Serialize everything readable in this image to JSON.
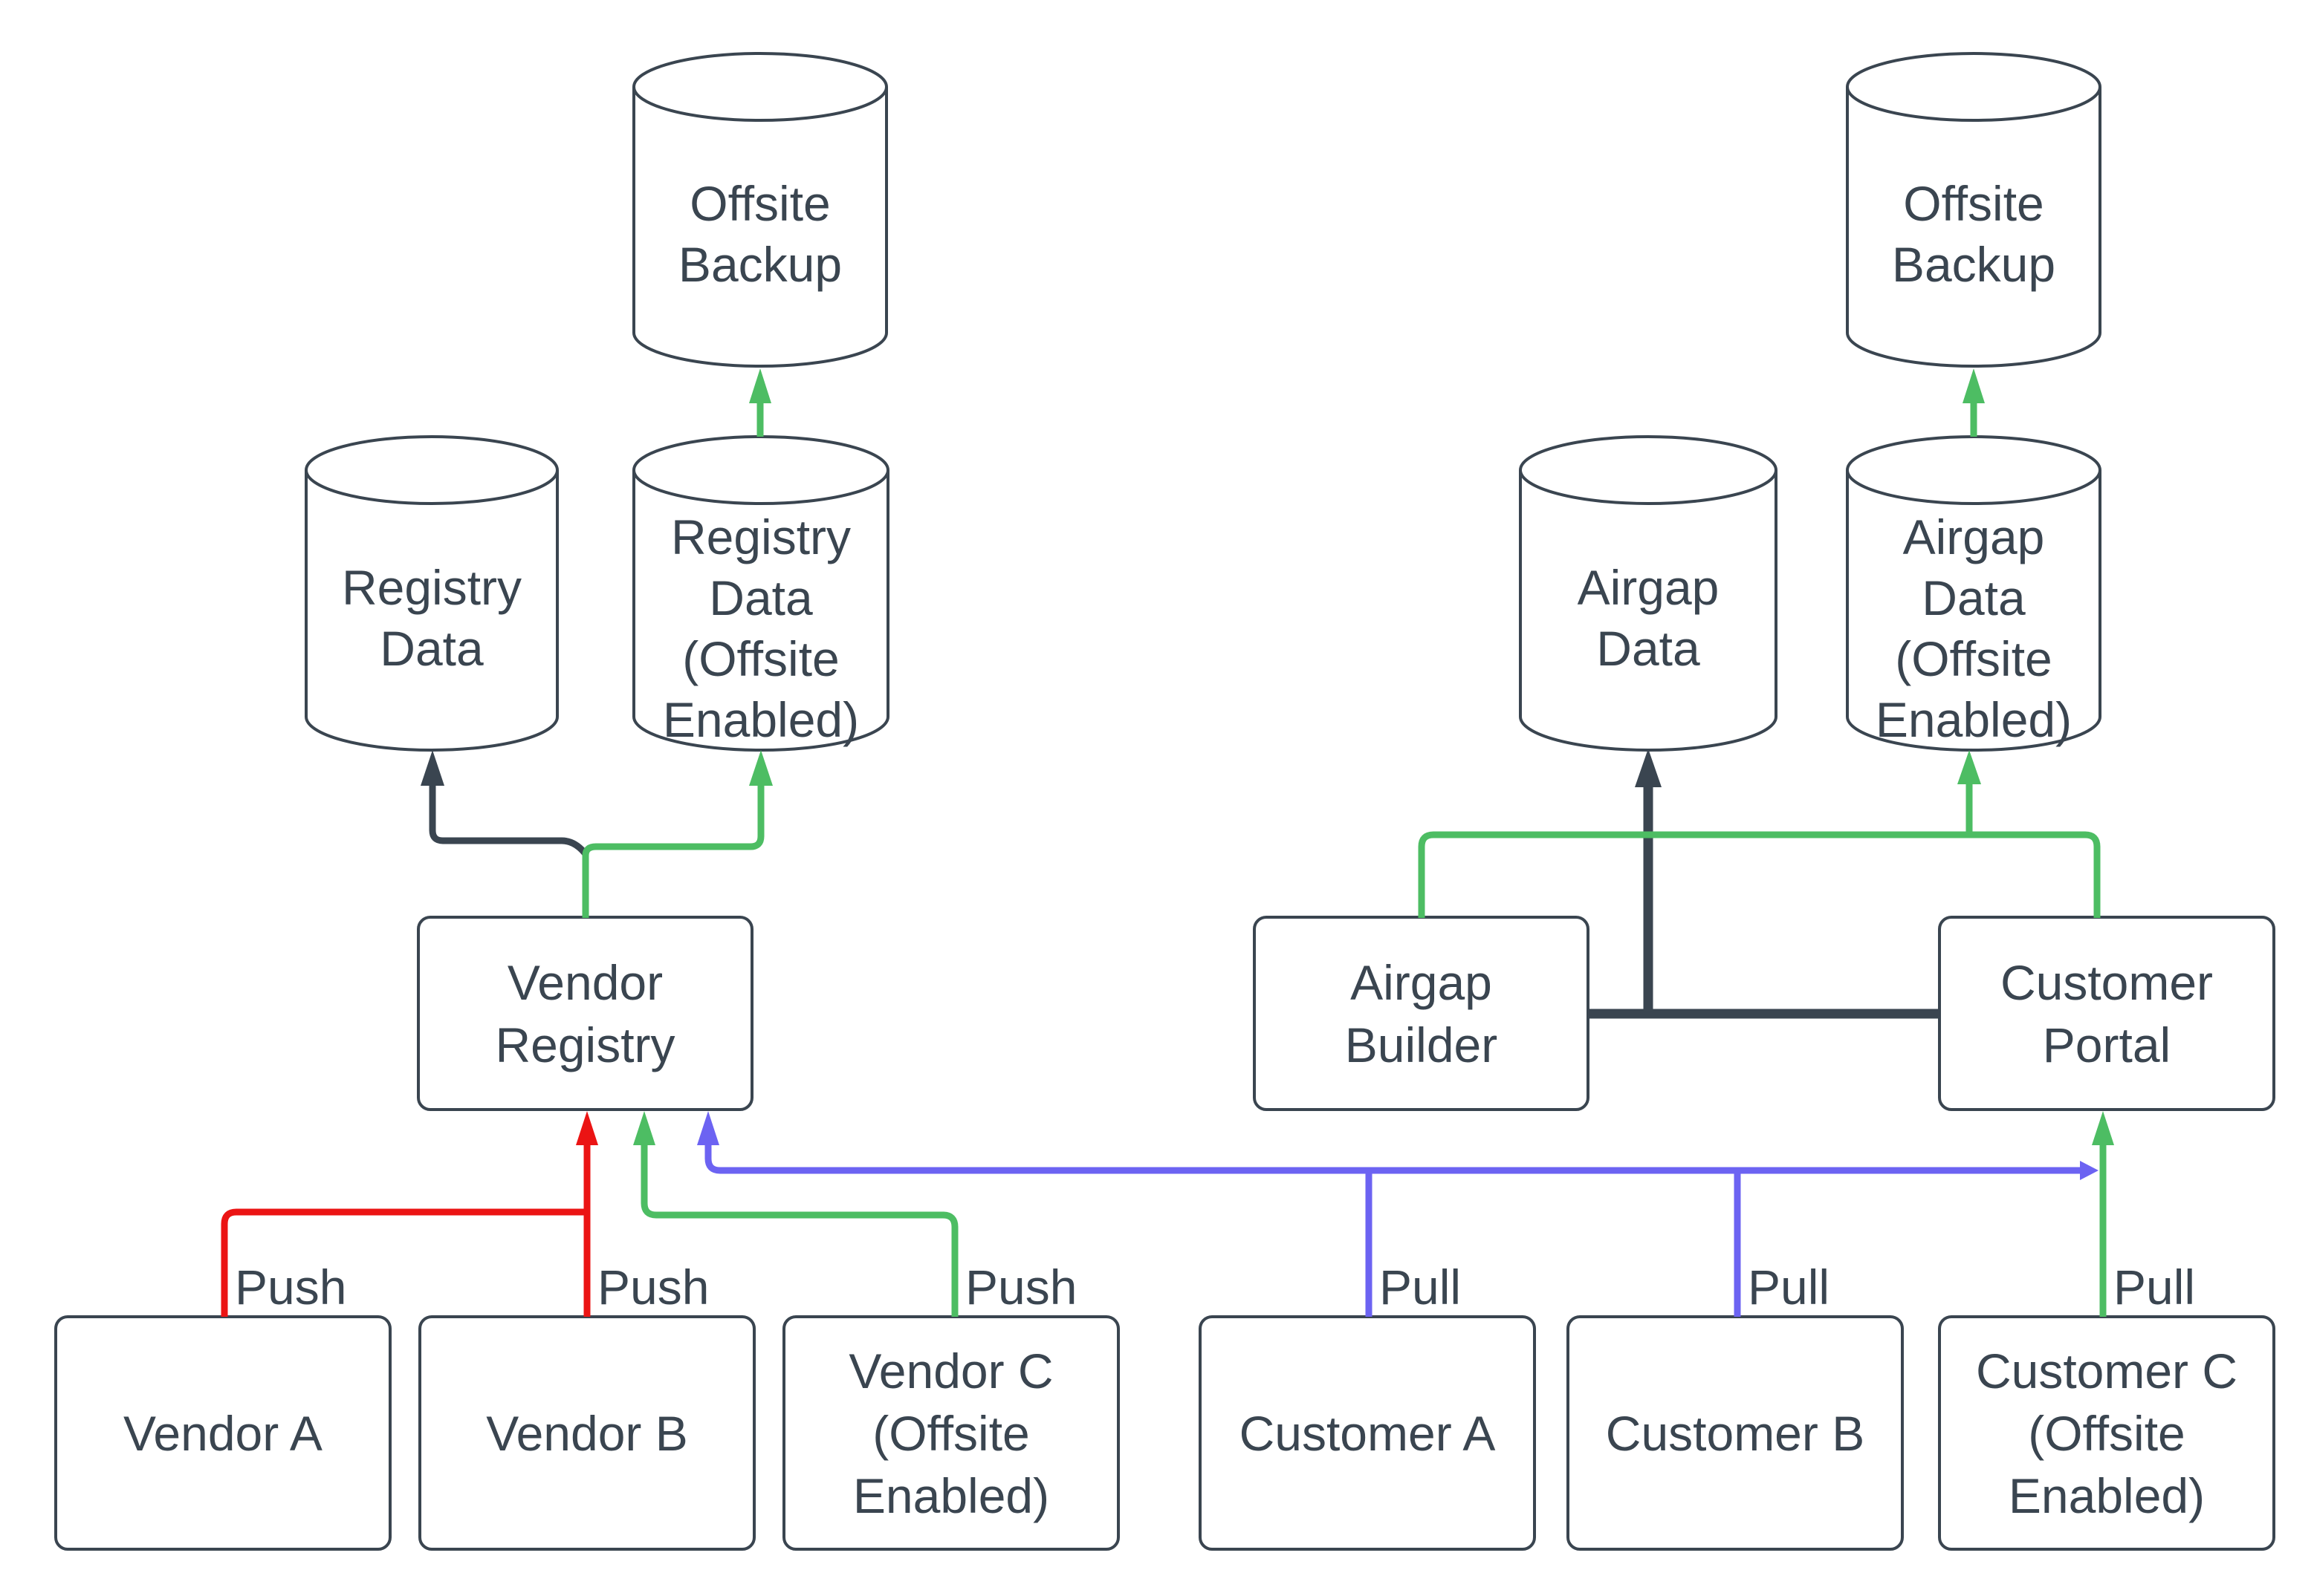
{
  "diagram": {
    "title": "Vendor registry and airgap distribution diagram",
    "colors": {
      "stroke": "#3A4550",
      "green": "#4DBD63",
      "red": "#EB1414",
      "purple": "#6C63F2"
    },
    "nodes": {
      "offsite_backup_left": "Offsite\nBackup",
      "offsite_backup_right": "Offsite\nBackup",
      "registry_data": "Registry\nData",
      "registry_data_offsite": "Registry\nData\n(Offsite\nEnabled)",
      "airgap_data": "Airgap\nData",
      "airgap_data_offsite": "Airgap\nData\n(Offsite\nEnabled)",
      "vendor_registry": "Vendor\nRegistry",
      "airgap_builder": "Airgap\nBuilder",
      "customer_portal": "Customer\nPortal",
      "vendor_a": "Vendor A",
      "vendor_b": "Vendor B",
      "vendor_c": "Vendor C\n(Offsite\nEnabled)",
      "customer_a": "Customer A",
      "customer_b": "Customer B",
      "customer_c": "Customer C\n(Offsite\nEnabled)"
    },
    "edge_labels": {
      "push_a": "Push",
      "push_b": "Push",
      "push_c": "Push",
      "pull_a": "Pull",
      "pull_b": "Pull",
      "pull_c": "Pull"
    }
  }
}
